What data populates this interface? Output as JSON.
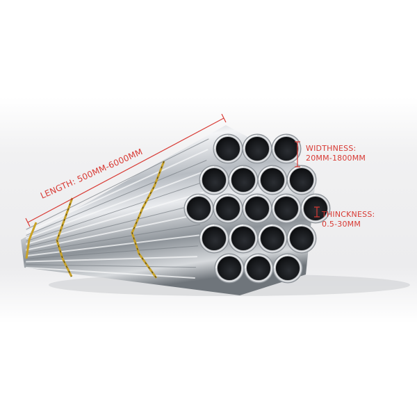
{
  "dimensions": {
    "length_text": "LENGTH: 500MM-6000MM",
    "width_line1": "WIDTHNESS:",
    "width_line2": "20MM-1800MM",
    "thickness_line1": "THINCKNESS:",
    "thickness_line2": "0.5-30MM"
  },
  "colors": {
    "annotation": "#d83a34",
    "strap": "#c9a227",
    "steel_light": "#f2f4f6",
    "steel_dark": "#6e747b",
    "pipe_interior": "#1a1c20"
  },
  "bundle": {
    "rows": [
      3,
      4,
      5,
      4,
      3
    ]
  }
}
